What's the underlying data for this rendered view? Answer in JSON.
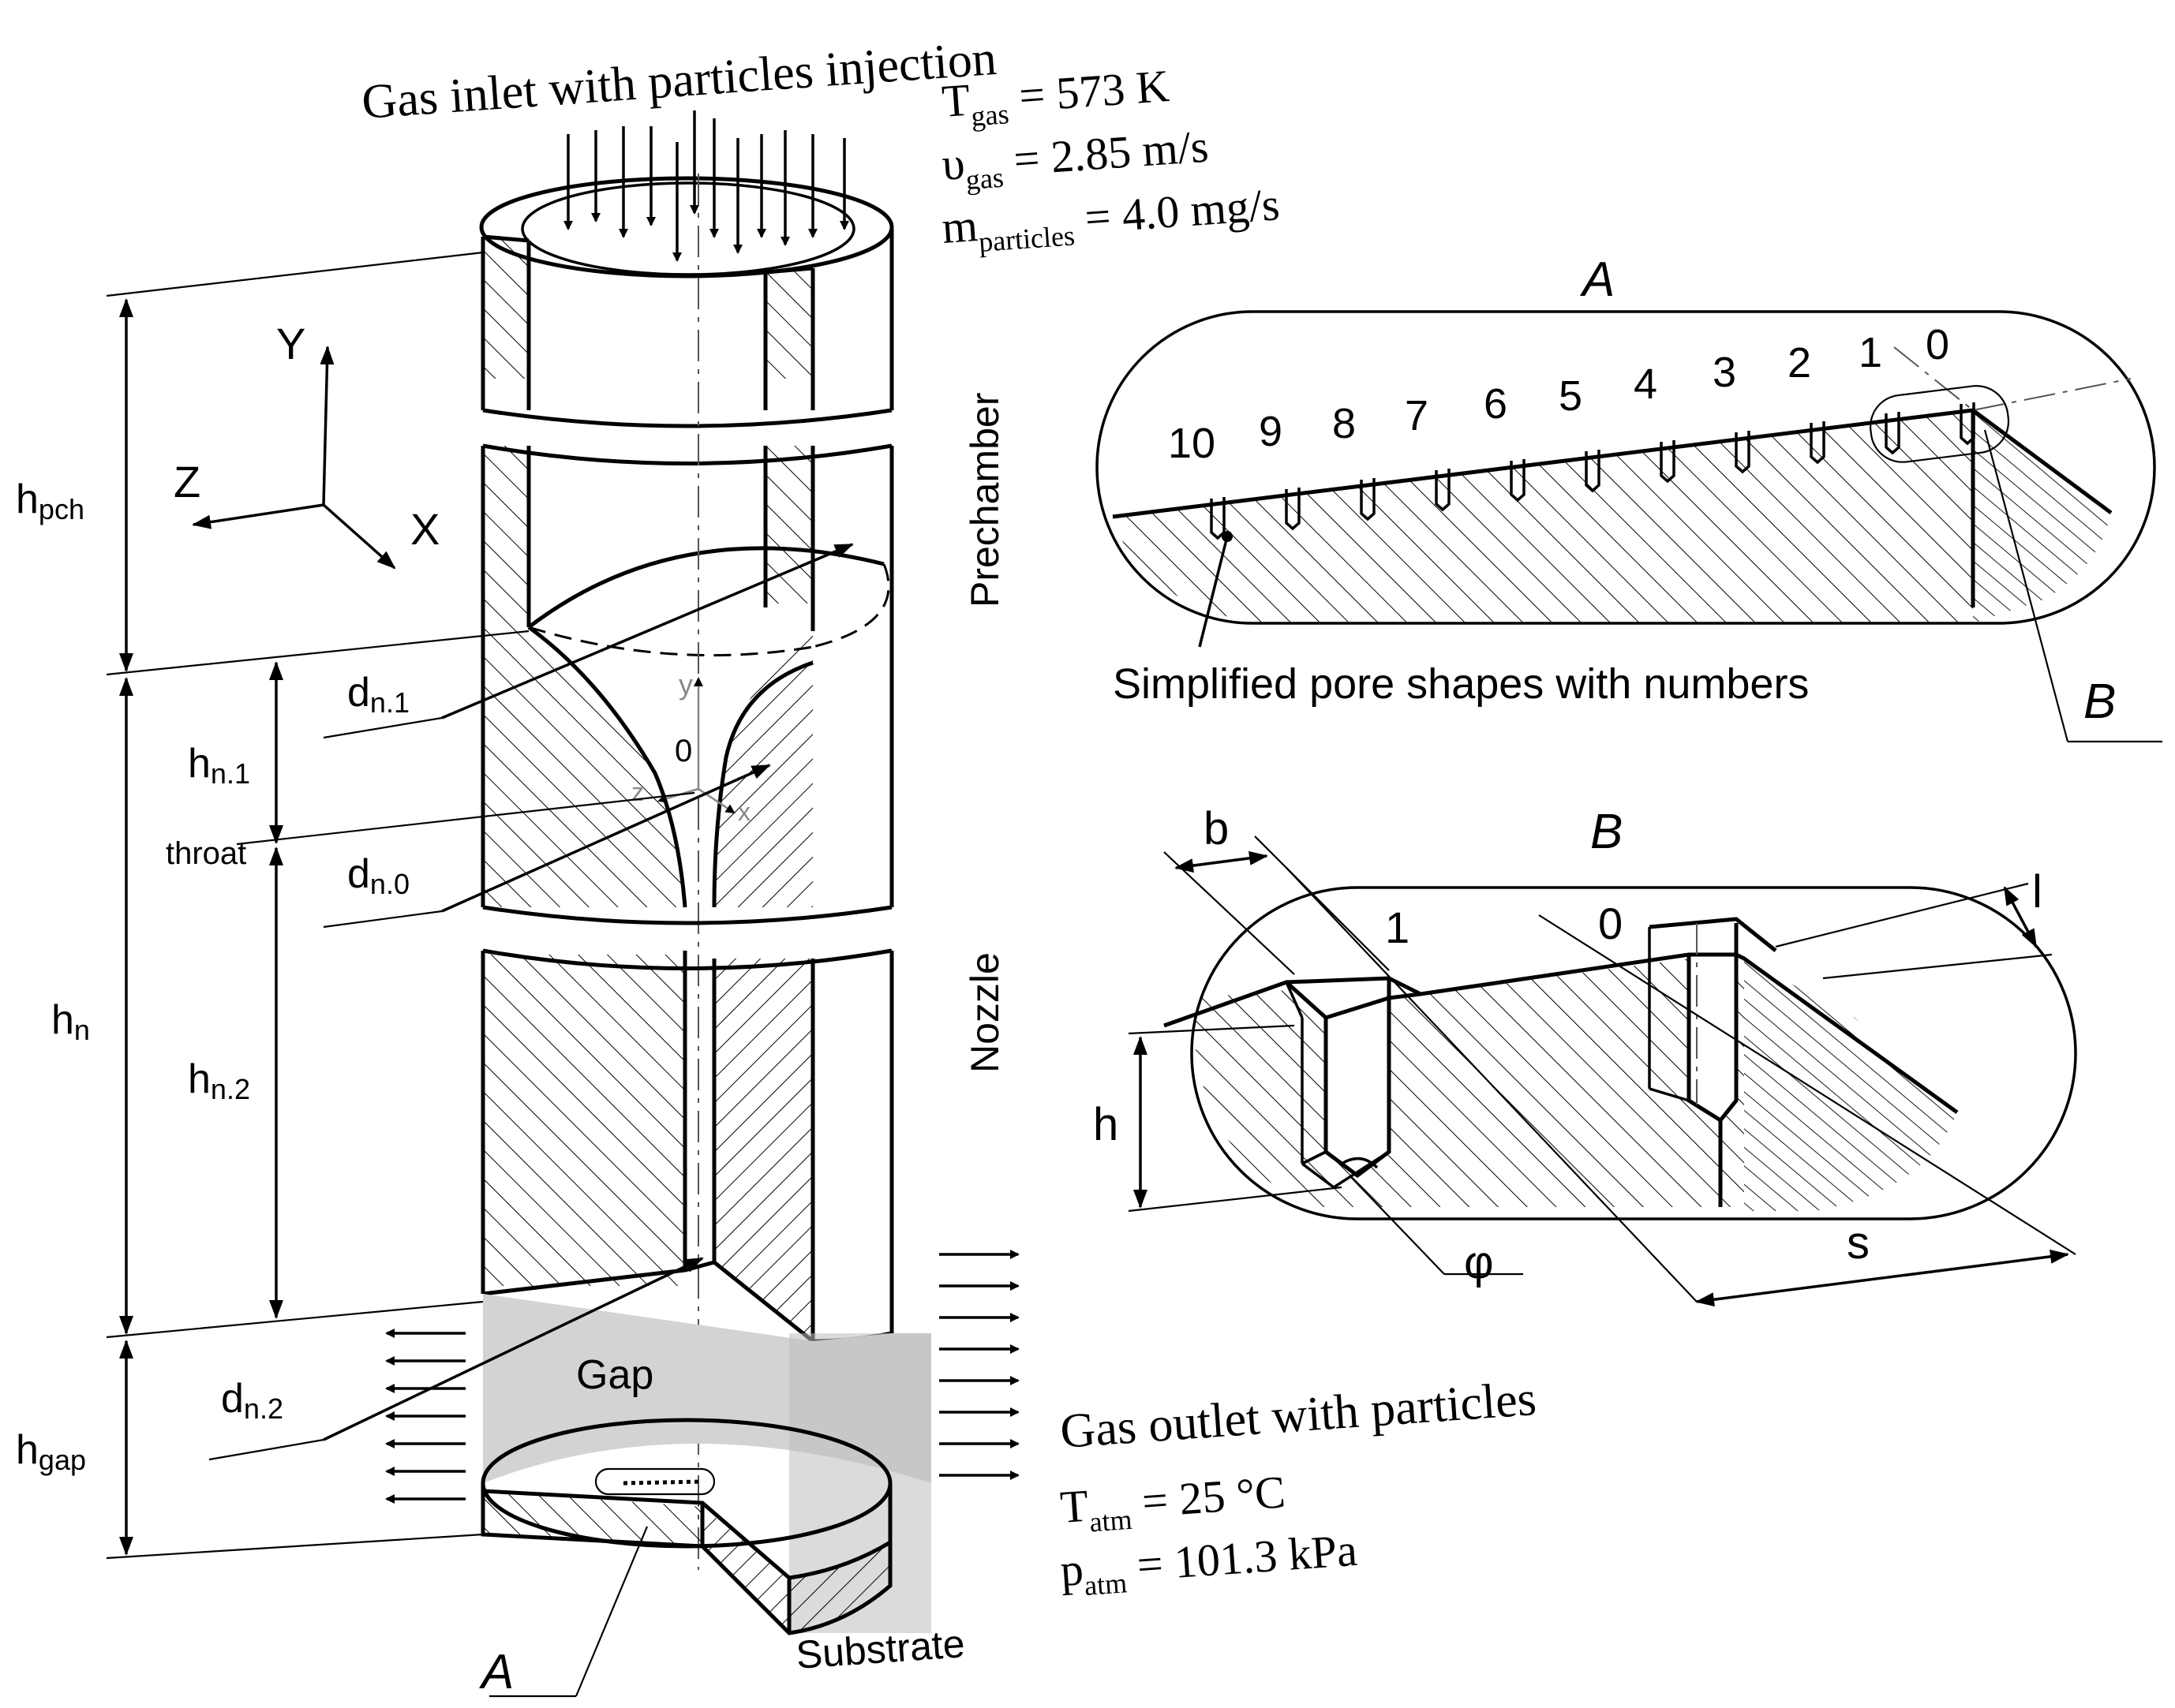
{
  "inlet": {
    "title": "Gas inlet with particles injection",
    "t_gas": {
      "main": "T",
      "sub": "gas",
      "rest": " = 573 K"
    },
    "v_gas": {
      "main": "υ",
      "sub": "gas",
      "rest": " = 2.85 m/s"
    },
    "m_particles": {
      "main": "m",
      "sub": "particles",
      "rest": " = 4.0 mg/s"
    }
  },
  "outlet": {
    "title": "Gas outlet with particles",
    "t_atm": {
      "main": "T",
      "sub": "atm",
      "rest": " = 25 °C"
    },
    "p_atm": {
      "main": "p",
      "sub": "atm",
      "rest": " = 101.3 kPa"
    }
  },
  "axes": {
    "y": "Y",
    "z": "Z",
    "x": "X",
    "local_y": "y",
    "local_z": "z",
    "local_x": "x",
    "origin": "0"
  },
  "dimensions": {
    "h_pch": {
      "main": "h",
      "sub": "pch"
    },
    "h_n": {
      "main": "h",
      "sub": "n"
    },
    "h_gap": {
      "main": "h",
      "sub": "gap"
    },
    "h_n1": {
      "main": "h",
      "sub": "n.1"
    },
    "h_n2": {
      "main": "h",
      "sub": "n.2"
    },
    "d_n1": {
      "main": "d",
      "sub": "n.1"
    },
    "d_n0": {
      "main": "d",
      "sub": "n.0"
    },
    "d_n2": {
      "main": "d",
      "sub": "n.2"
    },
    "throat": "throat"
  },
  "regions": {
    "prechamber": "Prechamber",
    "nozzle": "Nozzle",
    "gap": "Gap",
    "substrate": "Substrate"
  },
  "detail_a": {
    "label": "A",
    "pore_numbers": [
      "10",
      "9",
      "8",
      "7",
      "6",
      "5",
      "4",
      "3",
      "2",
      "1",
      "0"
    ],
    "caption": "Simplified pore shapes with numbers",
    "callout": "B"
  },
  "detail_b": {
    "label": "B",
    "pore_numbers": [
      "1",
      "0"
    ],
    "dim_b": "b",
    "dim_l": "l",
    "dim_h": "h",
    "dim_s": "s",
    "dim_phi": "φ"
  },
  "section_marker": "A"
}
